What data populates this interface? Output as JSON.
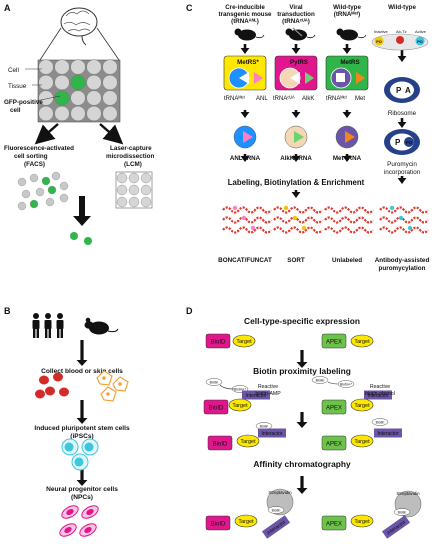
{
  "panels": {
    "A": "A",
    "B": "B",
    "C": "C",
    "D": "D"
  },
  "colors": {
    "green": "#2fb54a",
    "black": "#111111",
    "gray": "#c8c8c8",
    "red": "#d42a2a",
    "orange": "#f2a23a",
    "cyan": "#3dc7df",
    "magenta": "#e0178c",
    "purple": "#6a55a8",
    "yellow": "#ffe800",
    "apex_green": "#6cc24a"
  },
  "a": {
    "cell": "Cell",
    "tissue": "Tissue",
    "gfp": "GFP-positive",
    "gfp2": "cell",
    "facs1": "Fluorescence-activated",
    "facs2": "cell sorting",
    "facs3": "(FACS)",
    "lcm1": "Laser-capture",
    "lcm2": "microdissection",
    "lcm3": "(LCM)"
  },
  "c": {
    "col1": [
      "Cre-inducible",
      "transgenic mouse",
      "(tRNAᴬᴺᴸ)"
    ],
    "col2": [
      "Viral",
      "transduction",
      "(tRNAᶜᵁᴬ)"
    ],
    "col3": [
      "Wild-type",
      "(tRNAᴹᵉᵗ)"
    ],
    "col4": [
      "Wild-type"
    ],
    "enzymes": [
      "MetRS*",
      "PylRS",
      "MetRS"
    ],
    "anl": "ANL",
    "alkk": "AlkK",
    "met": "Met",
    "trna1": "tRNAᴹᵉᵗ",
    "trna2": "tRNAᶜᵁᴬ",
    "trna3": "tRNAᴹᵉᵗ",
    "charged": [
      "ANL-tRNA",
      "AlkK-tRNA",
      "Met-tRNA"
    ],
    "puro": "PO",
    "inactive": "Inactive",
    "active": "Active",
    "abtz": "Ab-Tz",
    "ribosome": "Ribosome",
    "p": "P",
    "a": "A",
    "incorp1": "Puromycin",
    "incorp2": "incorporation",
    "labeling": "Labeling, Biotinylation & Enrichment",
    "bottom": [
      "BONCAT/FUNCAT",
      "SORT",
      "Unlabeled"
    ],
    "bottom4": [
      "Antibody-assisted",
      "puromycylation"
    ]
  },
  "b": {
    "collect": "Collect blood or skin cells",
    "ipsc1": "Induced pluripotent stem cells",
    "ipsc2": "(iPSCs)",
    "npc1": "Neural progenitor cells",
    "npc2": "(NPCs)"
  },
  "d": {
    "h1": "Cell-type-specific expression",
    "h2": "Biotin proximity labeling",
    "h3": "Affinity chromatography",
    "bioid": "BioID",
    "apex": "APEX",
    "target": "Target",
    "interactor": "Interactor",
    "ramp1": "Reactive",
    "ramp2": "biotin-AMP",
    "rphe1": "Reactive",
    "rphe2": "biotin-phenol",
    "biotin": "Biotin",
    "biotinstar": "Biotin+*",
    "streptavidin": "Streptavidin"
  }
}
